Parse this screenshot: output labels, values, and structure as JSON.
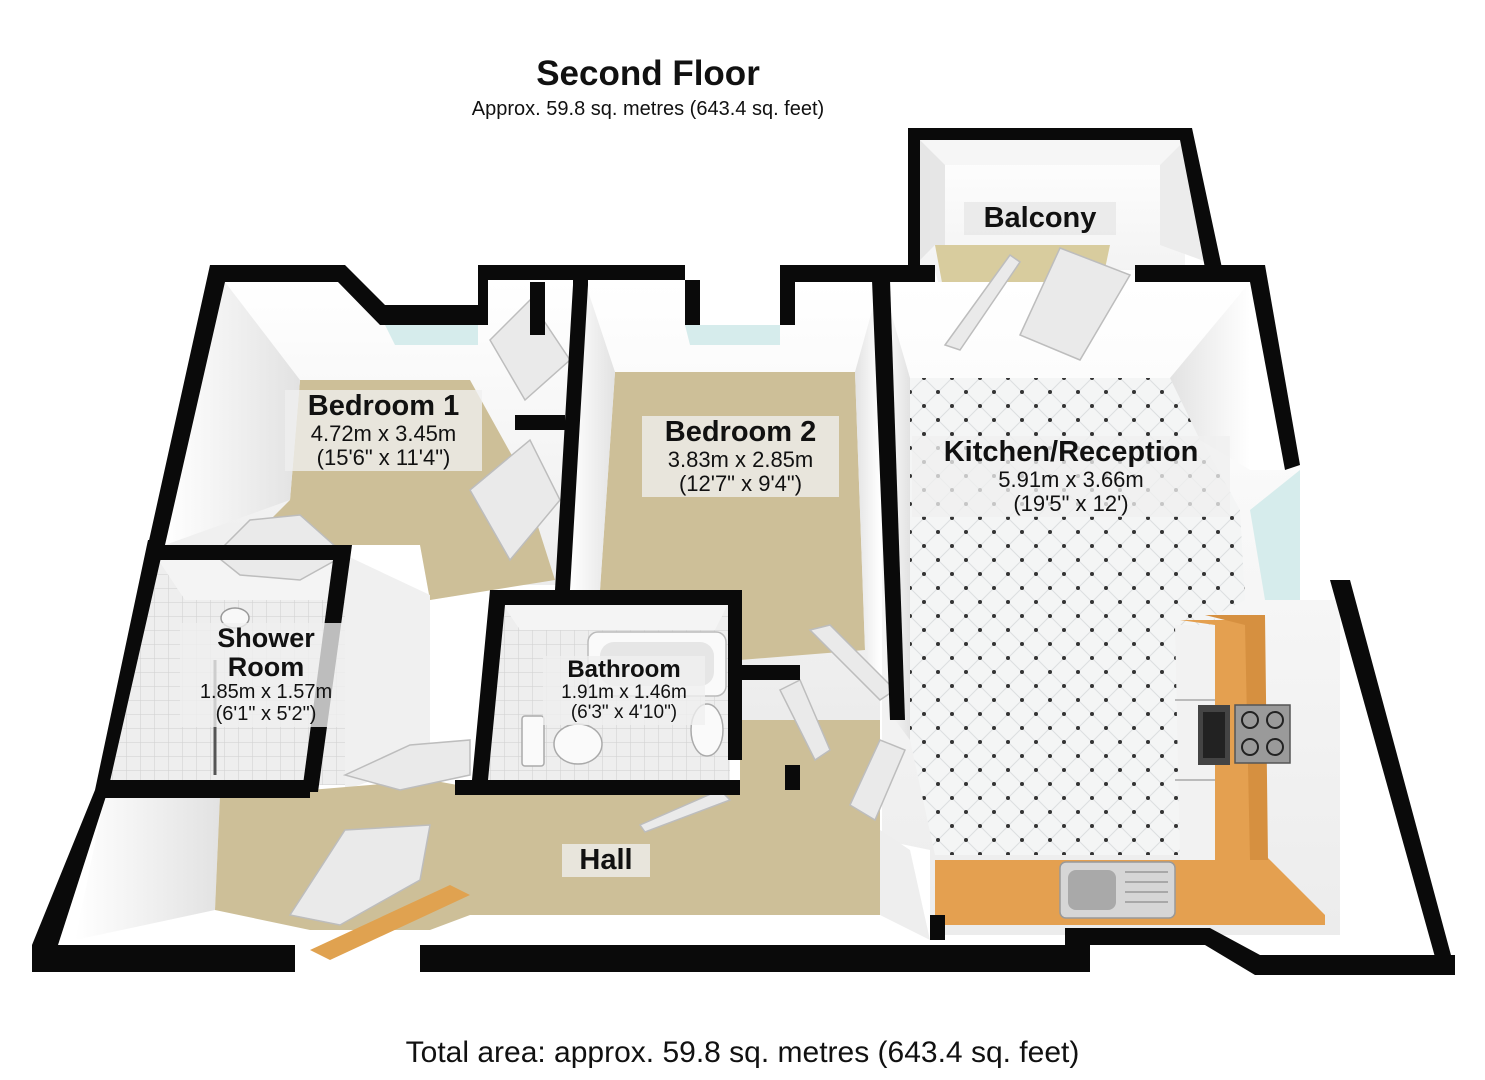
{
  "floor": {
    "title": "Second Floor",
    "area_line": "Approx. 59.8 sq. metres (643.4 sq. feet)"
  },
  "rooms": {
    "bedroom1": {
      "name": "Bedroom 1",
      "metric": "4.72m x 3.45m",
      "imperial": "(15'6\" x 11'4\")"
    },
    "bedroom2": {
      "name": "Bedroom 2",
      "metric": "3.83m x 2.85m",
      "imperial": "(12'7\" x 9'4\")"
    },
    "kitchen": {
      "name": "Kitchen/Reception",
      "metric": "5.91m x 3.66m",
      "imperial": "(19'5\" x 12')"
    },
    "shower": {
      "name_line1": "Shower",
      "name_line2": "Room",
      "metric": "1.85m x 1.57m",
      "imperial": "(6'1\" x 5'2\")"
    },
    "bathroom": {
      "name": "Bathroom",
      "metric": "1.91m x 1.46m",
      "imperial": "(6'3\" x 4'10\")"
    },
    "balcony": {
      "name": "Balcony"
    },
    "hall": {
      "name": "Hall"
    }
  },
  "total_area": "Total area: approx. 59.8 sq. metres (643.4 sq. feet)",
  "colors": {
    "wall": "#0a0a0a",
    "carpet": "#cdbf98",
    "tile_floor": "#f3f4f4",
    "worktop": "#e4a050",
    "window": "#d6ecec",
    "inner_wall": "#e9e9e9"
  }
}
